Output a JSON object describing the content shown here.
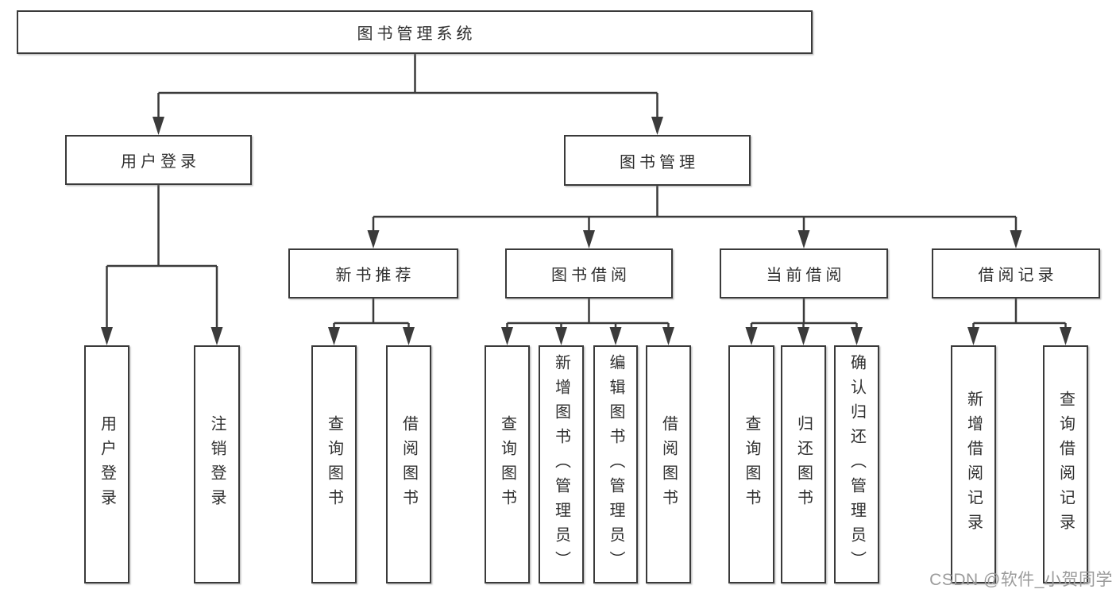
{
  "tree": {
    "root": {
      "label": "图书管理系统",
      "children": [
        {
          "label": "用户登录",
          "children": [
            {
              "label": "用户登录"
            },
            {
              "label": "注销登录"
            }
          ]
        },
        {
          "label": "图书管理",
          "children": [
            {
              "label": "新书推荐",
              "children": [
                {
                  "label": "查询图书"
                },
                {
                  "label": "借阅图书"
                }
              ]
            },
            {
              "label": "图书借阅",
              "children": [
                {
                  "label": "查询图书"
                },
                {
                  "label": "新增图书（管理员）"
                },
                {
                  "label": "编辑图书（管理员）"
                },
                {
                  "label": "借阅图书"
                }
              ]
            },
            {
              "label": "当前借阅",
              "children": [
                {
                  "label": "查询图书"
                },
                {
                  "label": "归还图书"
                },
                {
                  "label": "确认归还（管理员）"
                }
              ]
            },
            {
              "label": "借阅记录",
              "children": [
                {
                  "label": "新增借阅记录"
                },
                {
                  "label": "查询借阅记录"
                }
              ]
            }
          ]
        }
      ]
    }
  },
  "watermark": {
    "text": "CSDN @软件_小贺同学"
  },
  "colors": {
    "background": "#ffffff",
    "line": "#3b3b3b",
    "box_border": "#3a3a3a",
    "box_fill": "#ffffff",
    "text": "#2f2f2f",
    "watermark": "#9b9b9b"
  }
}
